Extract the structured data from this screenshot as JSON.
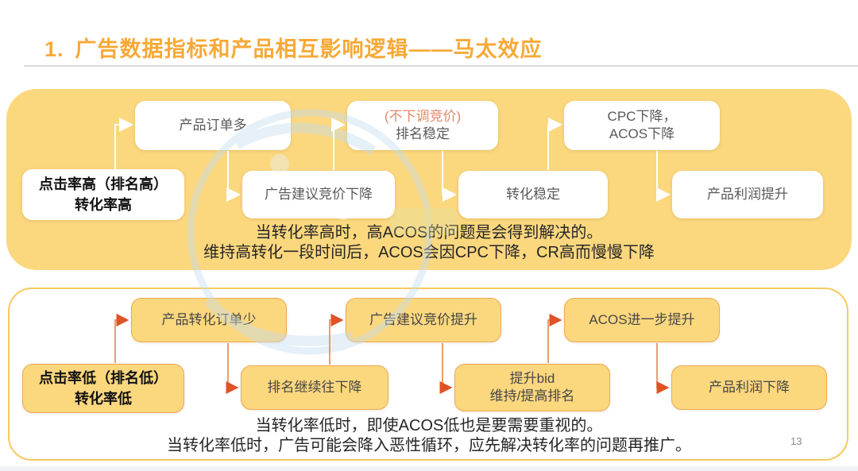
{
  "slide": {
    "title_number": "1.",
    "title_text": "广告数据指标和产品相互影响逻辑——马太效应",
    "page_number": "13"
  },
  "colors": {
    "title_orange": "#F7A937",
    "panel_yellow": "#FBD77E",
    "panel_border_yellow": "#F8C95F",
    "yellow_box_border": "#F0A854",
    "highlight_salmon": "#E5886A",
    "connector_white": "#FFFFFF",
    "connector_orange": "#E8935A",
    "arrowhead_orange": "#DF5327",
    "caption_text": "#262626",
    "watermark_blue": "#C3DDF0"
  },
  "top_flow": {
    "boxes": [
      {
        "id": "ctr-high",
        "lines": [
          "点击率高（排名高）",
          "转化率高"
        ]
      },
      {
        "id": "orders-many",
        "lines": [
          "产品订单多"
        ]
      },
      {
        "id": "suggested-bid-down",
        "lines": [
          "广告建议竞价下降"
        ]
      },
      {
        "id": "rank-stable",
        "lines": [
          "(不下调竞价)",
          "排名稳定"
        ]
      },
      {
        "id": "conversion-stable",
        "lines": [
          "转化稳定"
        ]
      },
      {
        "id": "cpc-acos-down",
        "lines": [
          "CPC下降，",
          "ACOS下降"
        ]
      },
      {
        "id": "profit-up",
        "lines": [
          "产品利润提升"
        ]
      }
    ],
    "caption": [
      "当转化率高时，高ACOS的问题是会得到解决的。",
      "维持高转化一段时间后，ACOS会因CPC下降，CR高而慢慢下降"
    ]
  },
  "bottom_flow": {
    "boxes": [
      {
        "id": "ctr-low",
        "lines": [
          "点击率低（排名低）",
          "转化率低"
        ]
      },
      {
        "id": "conversion-orders-few",
        "lines": [
          "产品转化订单少"
        ]
      },
      {
        "id": "rank-keeps-falling",
        "lines": [
          "排名继续往下降"
        ]
      },
      {
        "id": "suggested-bid-up",
        "lines": [
          "广告建议竞价提升"
        ]
      },
      {
        "id": "raise-bid-keep-rank",
        "lines": [
          "提升bid",
          "维持/提高排名"
        ]
      },
      {
        "id": "acos-further-up",
        "lines": [
          "ACOS进一步提升"
        ]
      },
      {
        "id": "profit-down",
        "lines": [
          "产品利润下降"
        ]
      }
    ],
    "caption": [
      "当转化率低时，即使ACOS低也是要需要重视的。",
      "当转化率低时，广告可能会降入恶性循环，应先解决转化率的问题再推广。"
    ]
  }
}
